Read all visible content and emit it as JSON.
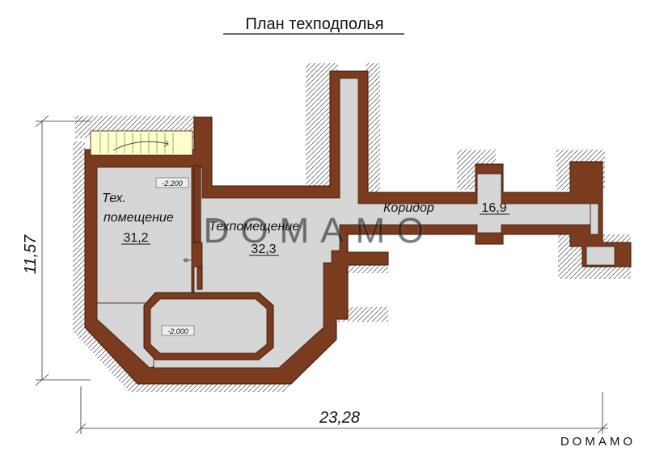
{
  "title": "План техподполья",
  "rooms": [
    {
      "name_line1": "Тех.",
      "name_line2": "помещение",
      "area": "31,2"
    },
    {
      "name": "Техпомещение",
      "area": "32,3"
    },
    {
      "name": "Коридор",
      "area": "16,9"
    }
  ],
  "levels": {
    "upper_room": "-2.200",
    "pit": "-2.000"
  },
  "dimensions": {
    "width": "23,28",
    "height": "11,57"
  },
  "watermark": "DOMAMO",
  "corner_logo": "DOMAMO",
  "colors": {
    "wall": "#7a3b1f",
    "wall_edge": "#3a1a0a",
    "floor": "#d6d6d6",
    "stair_fill": "#ffffcc",
    "hatch": "#555555"
  }
}
